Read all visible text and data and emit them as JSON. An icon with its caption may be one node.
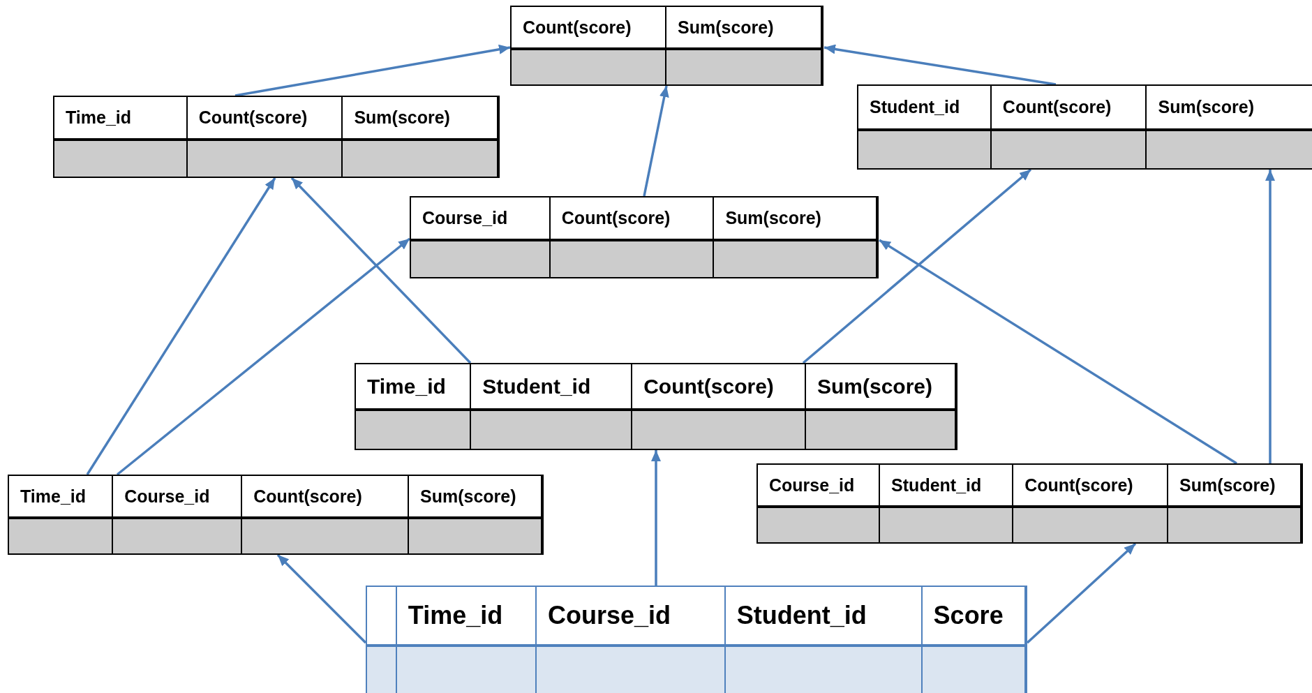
{
  "diagram": {
    "nodes": [
      {
        "text": [
          "Count(score)",
          "Sum(score)"
        ]
      },
      {
        "text": [
          "Time_id",
          "Count(score)",
          "Sum(score)"
        ]
      },
      {
        "text": [
          "Student_id",
          "Count(score)",
          "Sum(score)"
        ]
      },
      {
        "text": [
          "Course_id",
          "Count(score)",
          "Sum(score)"
        ]
      },
      {
        "text": [
          "Time_id",
          "Student_id",
          "Count(score)",
          "Sum(score)"
        ]
      },
      {
        "text": [
          "Time_id",
          "Course_id",
          "Count(score)",
          "Sum(score)"
        ]
      },
      {
        "text": [
          "Course_id",
          "Student_id",
          "Count(score)",
          "Sum(score)"
        ]
      },
      {
        "text": [
          "Time_id",
          "Course_id",
          "Student_id",
          "Score"
        ]
      }
    ],
    "edges": [
      {
        "from": 1,
        "to": 0,
        "arrow": "to"
      },
      {
        "from": 2,
        "to": 0,
        "arrow": "to"
      },
      {
        "from": 3,
        "to": 0,
        "arrow": "to"
      },
      {
        "from": 5,
        "to": 1,
        "arrow": "to"
      },
      {
        "from": 5,
        "to": 3,
        "arrow": "to"
      },
      {
        "from": 4,
        "to": 1,
        "arrow": "to"
      },
      {
        "from": 4,
        "to": 2,
        "arrow": "to"
      },
      {
        "from": 6,
        "to": 3,
        "arrow": "to"
      },
      {
        "from": 6,
        "to": 2,
        "arrow": "to"
      },
      {
        "from": 7,
        "to": 5,
        "arrow": "to"
      },
      {
        "from": 7,
        "to": 4,
        "arrow": "to"
      },
      {
        "from": 7,
        "to": 6,
        "arrow": "to"
      }
    ]
  }
}
